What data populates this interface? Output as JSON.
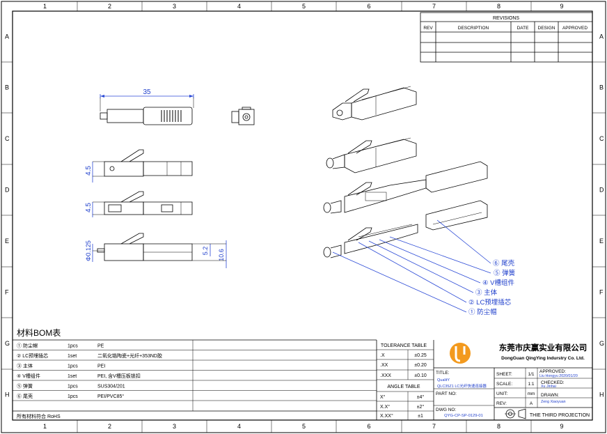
{
  "zones_top": [
    "1",
    "2",
    "3",
    "4",
    "5",
    "6",
    "7",
    "8",
    "9"
  ],
  "zones_side": [
    "A",
    "B",
    "C",
    "D",
    "E",
    "F",
    "G",
    "H"
  ],
  "revisions": {
    "title": "REVISIONS",
    "headers": [
      "REV",
      "DESCRIPTION",
      "DATE",
      "DESIGN",
      "APPROVED"
    ]
  },
  "dimensions": {
    "length": "35",
    "h1": "4.5",
    "h2": "4.5",
    "dia": "Φ0.125",
    "d1": "5.2",
    "d2": "10.6"
  },
  "callouts": [
    "⑥ 尾壳",
    "⑤ 弹簧",
    "④ V槽组件",
    "③ 主体",
    "② LC预埋插芯",
    "① 防尘帽"
  ],
  "bom": {
    "title": "材料BOM表",
    "rows": [
      {
        "name": "① 防尘帽",
        "qty": "1pcs",
        "material": "PE"
      },
      {
        "name": "② LC预埋插芯",
        "qty": "1set",
        "material": "二氧化锆陶瓷+光纤+353ND胶"
      },
      {
        "name": "③ 主体",
        "qty": "1pcs",
        "material": "PEI"
      },
      {
        "name": "④ V槽组件",
        "qty": "1set",
        "material": "PEI, 含V槽压板锁扣"
      },
      {
        "name": "⑤ 弹簧",
        "qty": "1pcs",
        "material": "SUS304/201"
      },
      {
        "name": "⑥ 尾壳",
        "qty": "1pcs",
        "material": "PEI/PVC85°"
      }
    ],
    "footer": "所有材料符合 RoHS"
  },
  "tolerance": {
    "title": "TOLERANCE TABLE",
    "rows": [
      [
        ".X",
        "±0.25"
      ],
      [
        ".XX",
        "±0.20"
      ],
      [
        ".XXX",
        "±0.10"
      ]
    ],
    "angle_title": "ANGLE TABLE",
    "angle_rows": [
      [
        "X°",
        "±4°"
      ],
      [
        "X.X°",
        "±2°"
      ],
      [
        "X.XX°",
        "±1"
      ]
    ]
  },
  "company": {
    "name_cn": "东莞市庆赢实业有限公司",
    "name_en": "DongGuan QingYing Indurstry Co. Ltd.",
    "logo_colors": [
      "#f39a1e",
      "#e0661a"
    ]
  },
  "titleblock": {
    "title_label": "TITLE:",
    "title_sub": "QualitY",
    "title_value": "QLC35Z1  LC光纤快速连接器",
    "part_label": "PART NO:",
    "dwg_label": "DWG NO:",
    "dwg_value": "QYG-CP-SP-0129-01",
    "sheet_label": "SHEET:",
    "sheet_value": "1/1",
    "scale_label": "SCALE:",
    "scale_value": "1:1",
    "unit_label": "UNIT:",
    "unit_value": "mm",
    "rev_label": "REV:",
    "rev_value": "A",
    "approved_label": "APPROVED:",
    "approved_value": "Liu Hongyu 2020/01/20",
    "checked_label": "CHECKED:",
    "checked_value": "Xu Jinhai",
    "drawn_label": "DRAWN:",
    "drawn_value": "Zeng Xiaoyuan",
    "projection": "THIE THIRD PROJECTION"
  }
}
